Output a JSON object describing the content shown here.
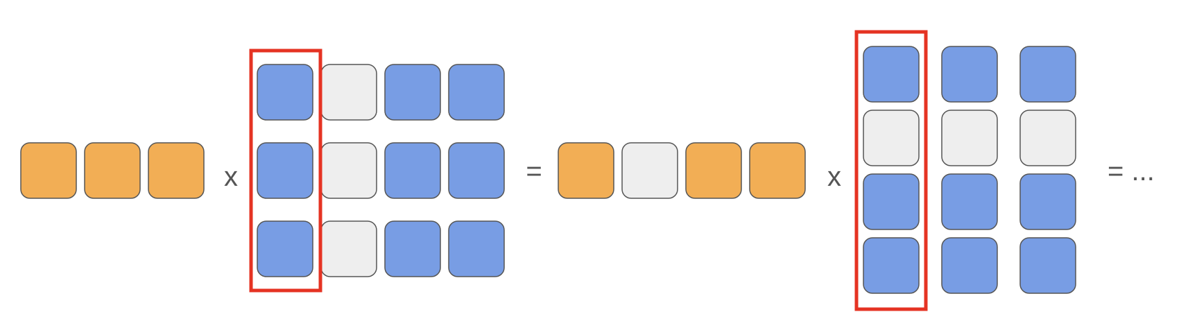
{
  "colors": {
    "orange": "#F2AE55",
    "blue": "#789DE4",
    "gray": "#EEEEEE",
    "cell_border": "#555555",
    "highlight": "#E53323",
    "operator": "#555555"
  },
  "vector_1": [
    "orange",
    "orange",
    "orange"
  ],
  "matrix_1": [
    [
      "blue",
      "gray",
      "blue",
      "blue"
    ],
    [
      "blue",
      "gray",
      "blue",
      "blue"
    ],
    [
      "blue",
      "gray",
      "blue",
      "blue"
    ]
  ],
  "vector_2": [
    "orange",
    "gray",
    "orange",
    "orange"
  ],
  "matrix_2": [
    [
      "blue",
      "blue",
      "blue"
    ],
    [
      "gray",
      "gray",
      "gray"
    ],
    [
      "blue",
      "blue",
      "blue"
    ],
    [
      "blue",
      "blue",
      "blue"
    ]
  ],
  "highlighted_column": 0,
  "operators": {
    "multiply_1": "x",
    "equals_1": "=",
    "multiply_2": "x",
    "equals_2": "= ..."
  }
}
